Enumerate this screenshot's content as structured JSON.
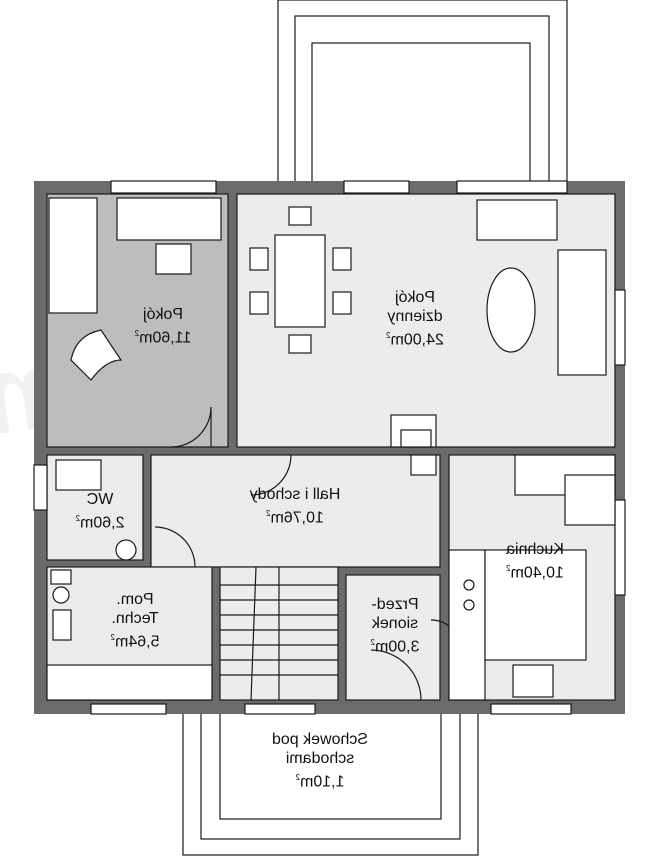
{
  "watermark": "extradom",
  "rooms": [
    {
      "id": "pokoj",
      "lines": [
        "Pokój"
      ],
      "area": "11,60m",
      "unit_sup": "2"
    },
    {
      "id": "pokoj-dzienny",
      "lines": [
        "Pokój",
        "dzienny"
      ],
      "area": "24,00m",
      "unit_sup": "2"
    },
    {
      "id": "wc",
      "lines": [
        "WC"
      ],
      "area": "2,60m",
      "unit_sup": "2"
    },
    {
      "id": "hall",
      "lines": [
        "Hall i schody"
      ],
      "area": "10,76m",
      "unit_sup": "2"
    },
    {
      "id": "kuchnia",
      "lines": [
        "Kuchnia"
      ],
      "area": "10,40m",
      "unit_sup": "2"
    },
    {
      "id": "pom-techn",
      "lines": [
        "Pom.",
        "Techn."
      ],
      "area": "5,64m",
      "unit_sup": "2"
    },
    {
      "id": "przedsionek",
      "lines": [
        "Przed-",
        "sionek"
      ],
      "area": "3,00m",
      "unit_sup": "2"
    },
    {
      "id": "schowek",
      "lines": [
        "Schowek pod",
        "schodami"
      ],
      "area": "1,10m",
      "unit_sup": "2"
    }
  ],
  "colors": {
    "wall": "#6b6b6b",
    "room": "#ececec",
    "room_dark": "#bdbdbd",
    "line": "#1a1a1a"
  }
}
